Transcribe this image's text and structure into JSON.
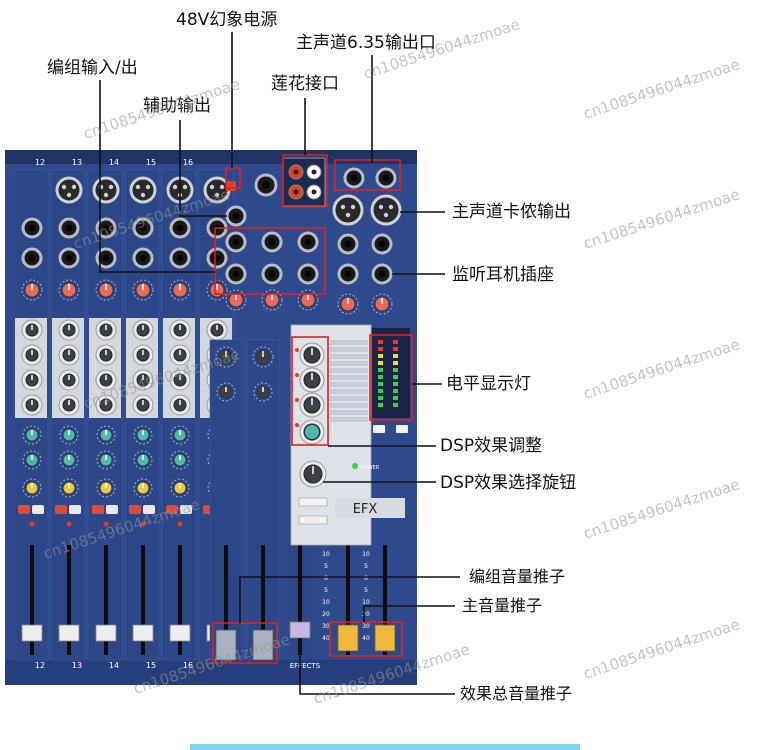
{
  "callouts": {
    "phantom_power": "48V幻象电源",
    "main_out_635": "主声道6.35输出口",
    "group_io": "编组输入/出",
    "rca_jack": "莲花接口",
    "aux_out": "辅助输出",
    "main_xlr_out": "主声道卡侬输出",
    "headphone_jack": "监听耳机插座",
    "level_meter": "电平显示灯",
    "dsp_adjust": "DSP效果调整",
    "dsp_select": "DSP效果选择旋钮",
    "group_fader": "编组音量推子",
    "main_fader": "主音量推子",
    "fx_fader": "效果总音量推子"
  },
  "mixer": {
    "channel_numbers": [
      "12",
      "13",
      "14",
      "15",
      "16"
    ],
    "bottom_channel_numbers": [
      "12",
      "13",
      "14",
      "15",
      "16"
    ],
    "efx_logo": "EFX",
    "effects_label": "EFFECTS",
    "power_label": "POWER",
    "fader_scale": [
      "10",
      "5",
      "0",
      "5",
      "10",
      "20",
      "30",
      "40"
    ]
  },
  "watermark": "cn1085496044zmoae",
  "colors": {
    "panel": "#2f4a8c",
    "panel_dark": "#1f3367",
    "knob_red": "#e86a5a",
    "knob_grey": "#c9ccd2",
    "knob_teal": "#4fb9b0",
    "knob_yellow": "#e9c84a",
    "fader_white": "#eeeeee",
    "fader_yellow": "#f0b840",
    "fader_lilac": "#c6b8e2",
    "highlight_red": "#e02020",
    "meter_green": "#36d24a",
    "meter_yellow": "#e8e03a",
    "meter_red": "#e83a2a",
    "accent_strip": "#7fd3ec"
  }
}
